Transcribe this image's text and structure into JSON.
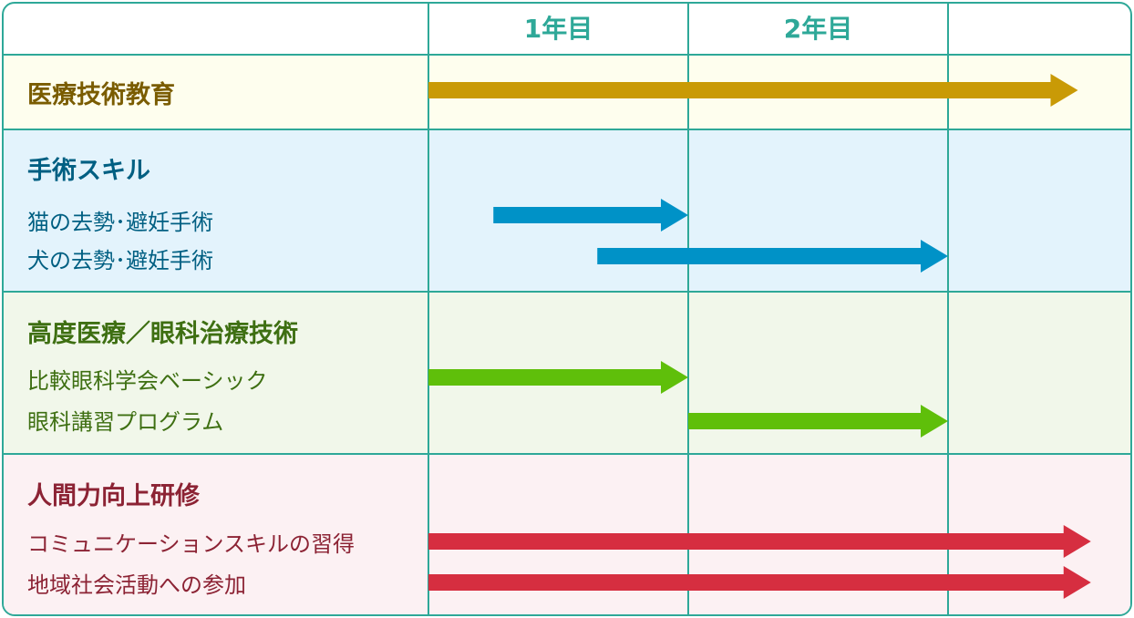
{
  "header": {
    "years": [
      "1年目",
      "2年目"
    ]
  },
  "colors": {
    "grid": "#2ea898",
    "header_bg": "#ffffff"
  },
  "sections": [
    {
      "title": "医療技術教育",
      "title_color": "#7a5c00",
      "text_color": "#7a5c00",
      "bg": "#fefeee",
      "arrow_color": "#c99a06",
      "items": [],
      "title_bar": {
        "start_year": 0.0,
        "end_year": 2.5
      }
    },
    {
      "title": "手術スキル",
      "title_color": "#005f82",
      "text_color": "#005f82",
      "bg": "#e3f3fc",
      "arrow_color": "#0092c7",
      "items": [
        {
          "label": "猫の去勢･避妊手術",
          "bar": {
            "start_year": 0.25,
            "end_year": 1.0
          }
        },
        {
          "label": "犬の去勢･避妊手術",
          "bar": {
            "start_year": 0.65,
            "end_year": 2.0
          }
        }
      ]
    },
    {
      "title": "高度医療／眼科治療技術",
      "title_color": "#3e6f12",
      "text_color": "#3e6f12",
      "bg": "#f1f7ea",
      "arrow_color": "#5fbf0a",
      "items": [
        {
          "label": "比較眼科学会ベーシック",
          "bar": {
            "start_year": 0.0,
            "end_year": 1.0
          }
        },
        {
          "label": "眼科講習プログラム",
          "bar": {
            "start_year": 1.0,
            "end_year": 2.0
          }
        }
      ]
    },
    {
      "title": "人間力向上研修",
      "title_color": "#8c2334",
      "text_color": "#8c2334",
      "bg": "#fcf1f3",
      "arrow_color": "#d62e40",
      "items": [
        {
          "label": "コミュニケーションスキルの習得",
          "bar": {
            "start_year": 0.0,
            "end_year": 2.55
          }
        },
        {
          "label": "地域社会活動への参加",
          "bar": {
            "start_year": 0.0,
            "end_year": 2.55
          }
        }
      ]
    }
  ]
}
